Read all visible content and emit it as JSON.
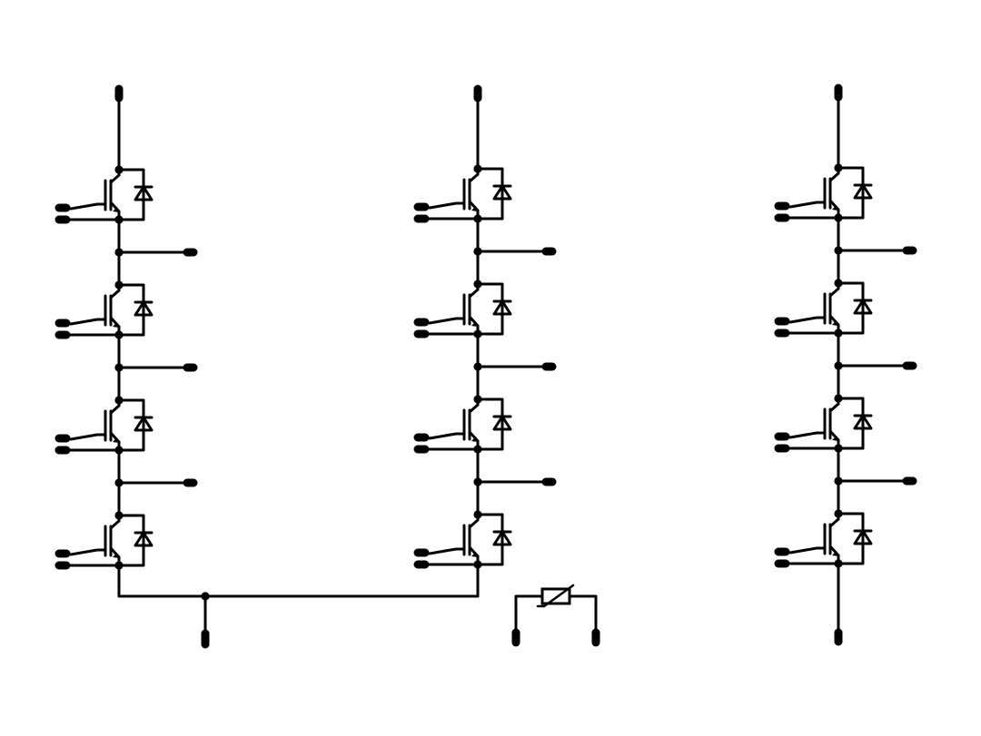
{
  "diagram": {
    "type": "power-module-schematic",
    "colors": {
      "background": "#ffffff",
      "wire": "#000000",
      "terminal": "#000000",
      "junction": "#000000"
    },
    "legs": [
      {
        "id": "leg-1",
        "switches": [
          "igbt-diode",
          "igbt-diode",
          "igbt-diode",
          "igbt-diode"
        ],
        "midpoint_outputs": 3,
        "top_terminal": true,
        "bottom_terminal": false
      },
      {
        "id": "leg-2",
        "switches": [
          "igbt-diode",
          "igbt-diode",
          "igbt-diode",
          "igbt-diode"
        ],
        "midpoint_outputs": 3,
        "top_terminal": true,
        "bottom_terminal": false
      },
      {
        "id": "leg-3",
        "switches": [
          "igbt-diode",
          "igbt-diode",
          "igbt-diode",
          "igbt-diode"
        ],
        "midpoint_outputs": 3,
        "top_terminal": true,
        "bottom_terminal": true
      }
    ],
    "shared_bus": {
      "connects": [
        "leg-1",
        "leg-2"
      ],
      "terminal": true
    },
    "thermistor": {
      "symbol": "ntc-thermistor",
      "terminals": 2
    },
    "icons": {
      "switch": "igbt-with-antiparallel-diode-icon",
      "sensor": "thermistor-icon",
      "pin": "terminal-pin-icon",
      "node": "junction-dot-icon"
    }
  }
}
